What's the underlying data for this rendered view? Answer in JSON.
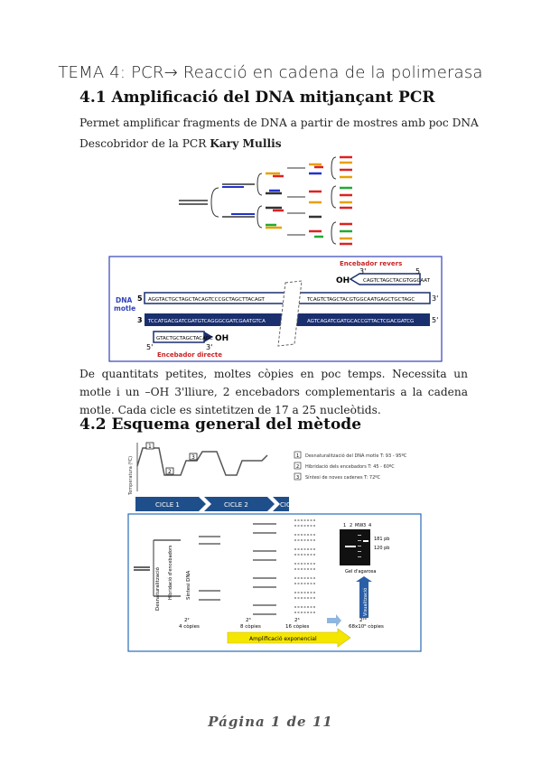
{
  "header": {
    "title": "TEMA 4: PCR→ Reacció en cadena de la polimerasa"
  },
  "section1": {
    "heading": "4.1 Amplificació del DNA mitjançant PCR",
    "line1": "Permet amplificar fragments de DNA a partir de mostres amb poc DNA",
    "line2_prefix": "Descobridor de la PCR ",
    "line2_name": "Kary Mullis",
    "paragraph": "De quantitats petites, moltes còpies en poc temps. Necessita un motle i un –OH 3'lliure, 2 encebadors complementaris a la cadena motle. Cada cicle es sintetitzen de 17 a 25 nucleòtids."
  },
  "figure_template": {
    "label_reverse": "Encebador revers",
    "label_direct": "Encebador directe",
    "label_dna": "DNA",
    "label_motle": "motle",
    "oh_top": "OH",
    "oh_bottom": "OH",
    "end_3_top": "3'",
    "end_5_top": "5",
    "end_5_left": "5",
    "end_3_right": "3'",
    "end_3_left": "3",
    "end_5_right": "5'",
    "end_5_bottom": "5'",
    "end_3_bottom": "3'",
    "seq_top_left": "AGGTACTGCTAGCTACAGTCCCGCTAGCTTACAGT",
    "seq_top_right": "TCAGTCTAGCTACGTGGCAATGAGCTGCTAGC",
    "seq_bottom_left": "TCCATGACGATCGATGTCAGGGCGATCGAATGTCA",
    "seq_bottom_right": "AGTCAGATCGATGCACCGTTACTCGACGATCG",
    "primer_top": "CAGTCTAGCTACGTGGCAAT",
    "primer_bottom": "GTACTGCTAGCTACAGC"
  },
  "section2": {
    "heading": "4.2 Esquema general del mètode",
    "steps": [
      "Desnaturalització del DNA motle T: 93 - 95ºC",
      "Hibridació dels encebadors T: 45 - 60ºC",
      "Síntesi de noves cadenes T: 72ºC"
    ],
    "step_numbers": [
      "1",
      "2",
      "3"
    ],
    "ylabel": "Temperatura (ºC)",
    "cycles": [
      "CICLE 1",
      "CICLE 2",
      "CIC"
    ],
    "phase_labels": [
      "Desnaturalització",
      "Hibridació d'encebadors",
      "Síntesi DNA"
    ],
    "copies": [
      {
        "exp": "2²",
        "label": "4 còpies"
      },
      {
        "exp": "2³",
        "label": "8 còpies"
      },
      {
        "exp": "2⁴",
        "label": "16 còpies"
      },
      {
        "exp": "2²⁰",
        "label": "68x10⁶ còpies"
      }
    ],
    "gel_lanes": [
      "1",
      "2",
      "MW",
      "3",
      "4"
    ],
    "gel_bands": [
      "181 pb",
      "120 pb"
    ],
    "gel_caption": "Gel d'agarosa",
    "visual_label": "Visualització",
    "amplification_label": "Amplificació exponencial"
  },
  "footer": {
    "page": "Página 1 de 11"
  }
}
